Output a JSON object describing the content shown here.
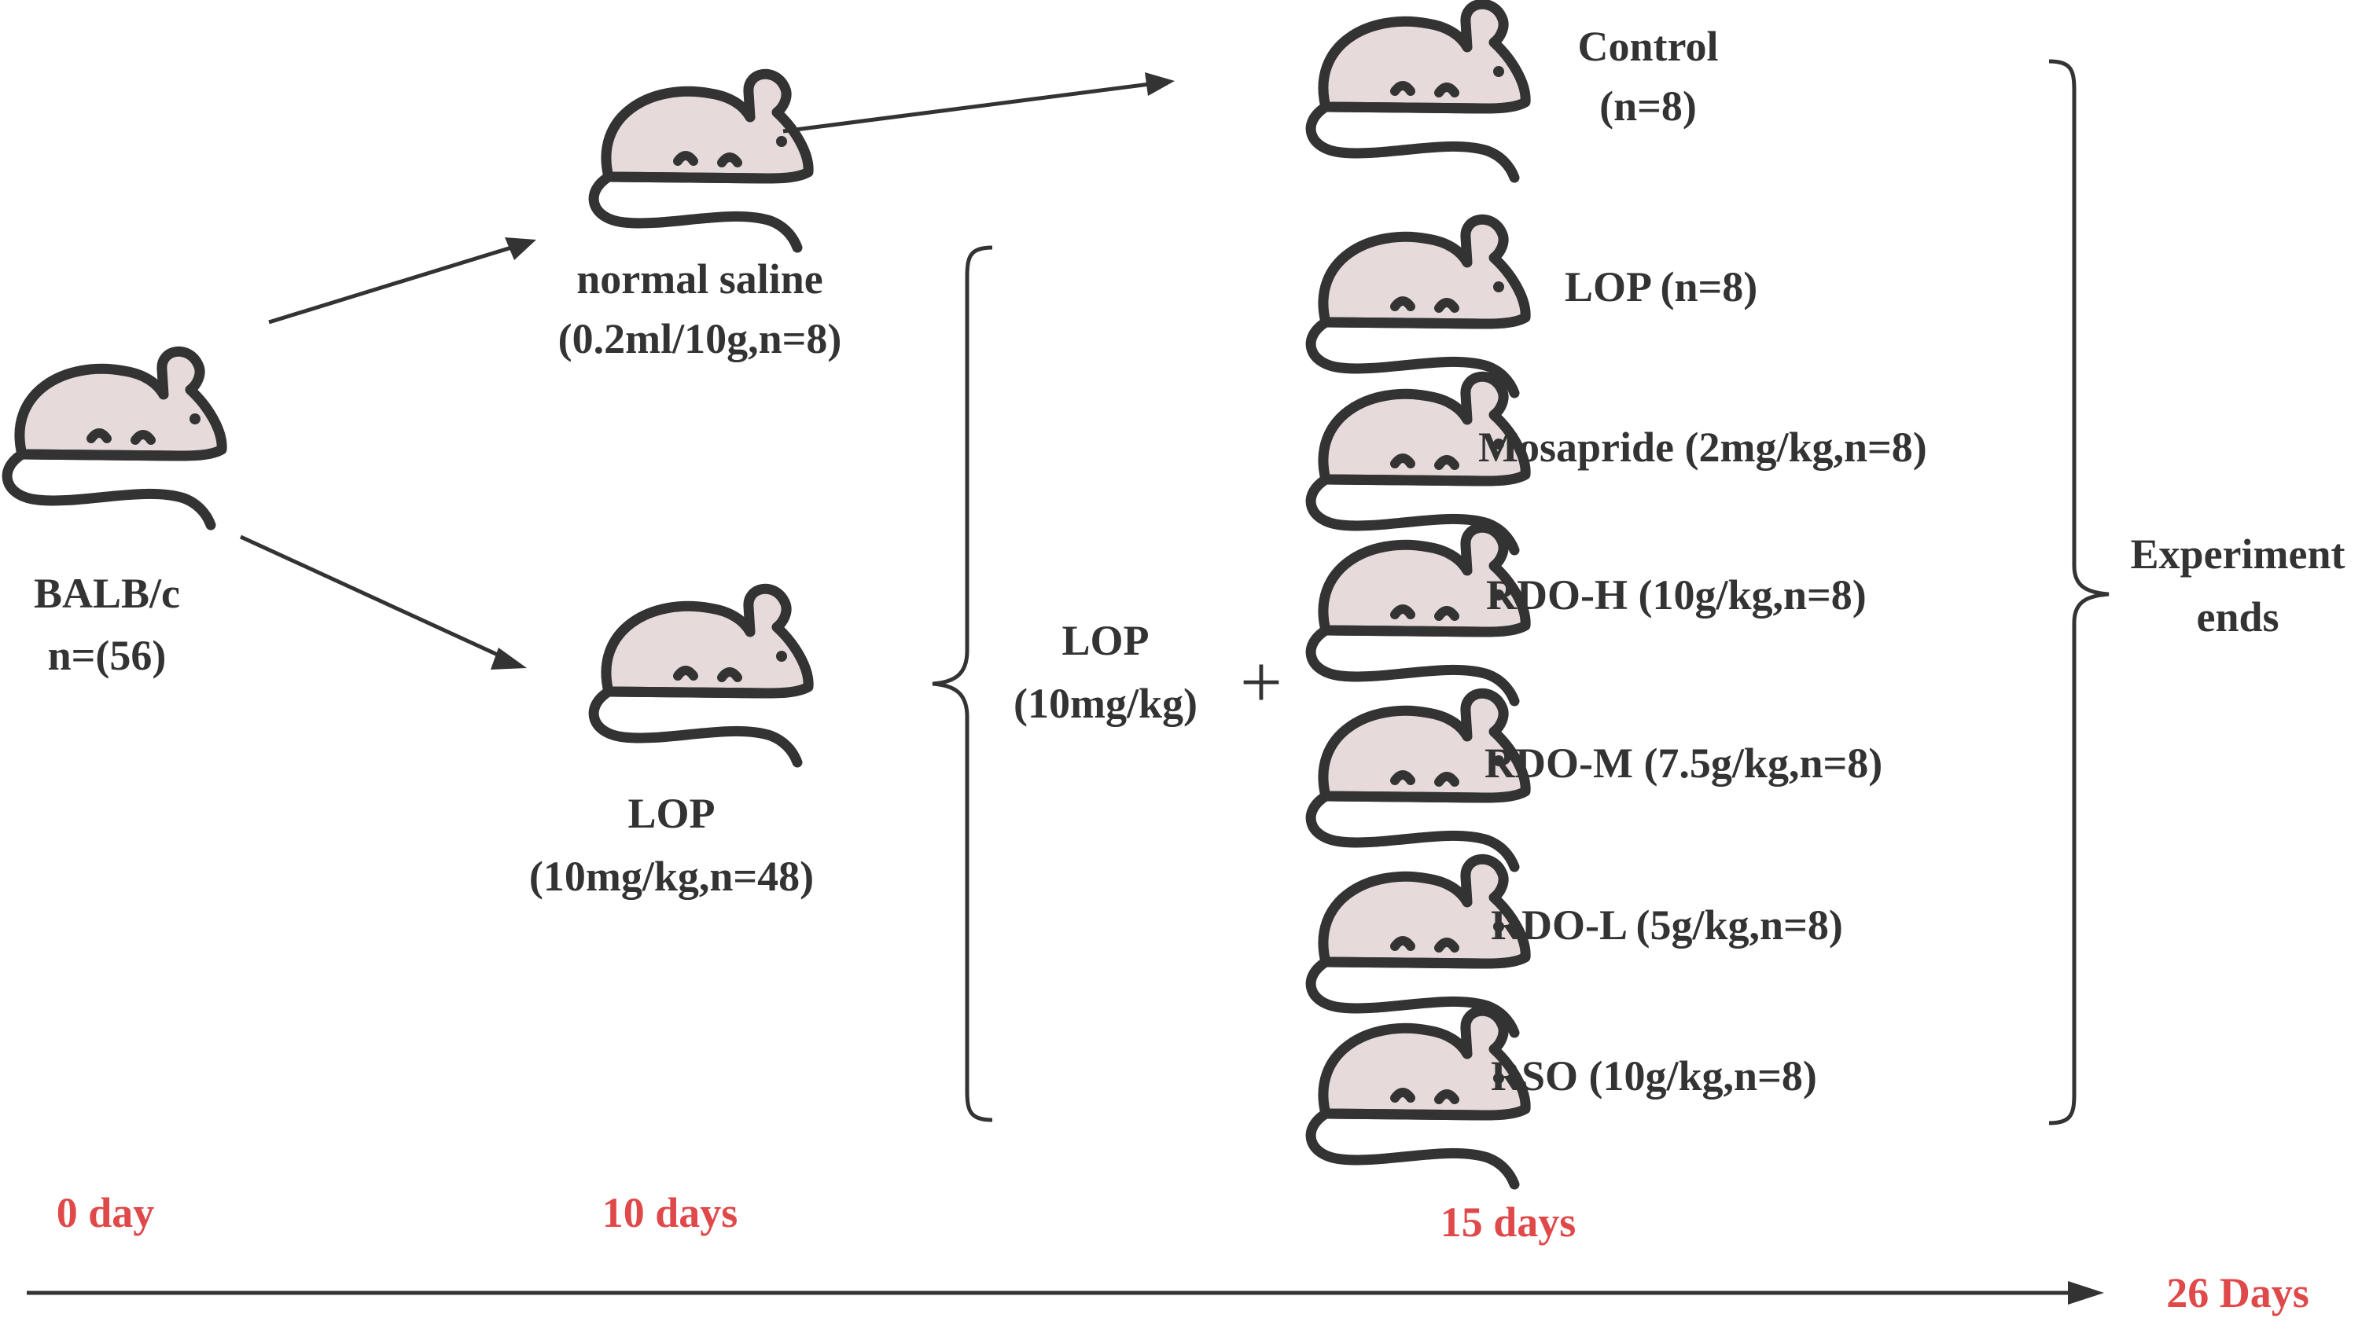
{
  "colors": {
    "ink": "#333333",
    "mouse_fill": "#e6dada",
    "timeline_text": "#e0494a"
  },
  "icons": [
    "mouse-icon",
    "arrow-icon",
    "curly-brace-icon",
    "plus-icon"
  ],
  "start": {
    "strain": "BALB/c",
    "count": "n=(56)"
  },
  "stage1": {
    "saline": {
      "name": "normal saline",
      "dose": "(0.2ml/10g,n=8)"
    },
    "lop": {
      "name": "LOP",
      "dose": "(10mg/kg,n=48)"
    }
  },
  "combination": {
    "drug": "LOP",
    "dose": "(10mg/kg)",
    "plus": "+"
  },
  "groups": {
    "control": {
      "name": "Control",
      "count": "(n=8)"
    },
    "lop": "LOP (n=8)",
    "mosapride": "Mosapride (2mg/kg,n=8)",
    "rdo_h": "RDO-H (10g/kg,n=8)",
    "rdo_m": "RDO-M (7.5g/kg,n=8)",
    "rdo_l": "RDO-L (5g/kg,n=8)",
    "rso": "RSO (10g/kg,n=8)"
  },
  "end": {
    "line1": "Experiment",
    "line2": "ends"
  },
  "timeline": {
    "day0": "0 day",
    "day10": "10 days",
    "day15": "15 days",
    "day26": "26 Days"
  }
}
